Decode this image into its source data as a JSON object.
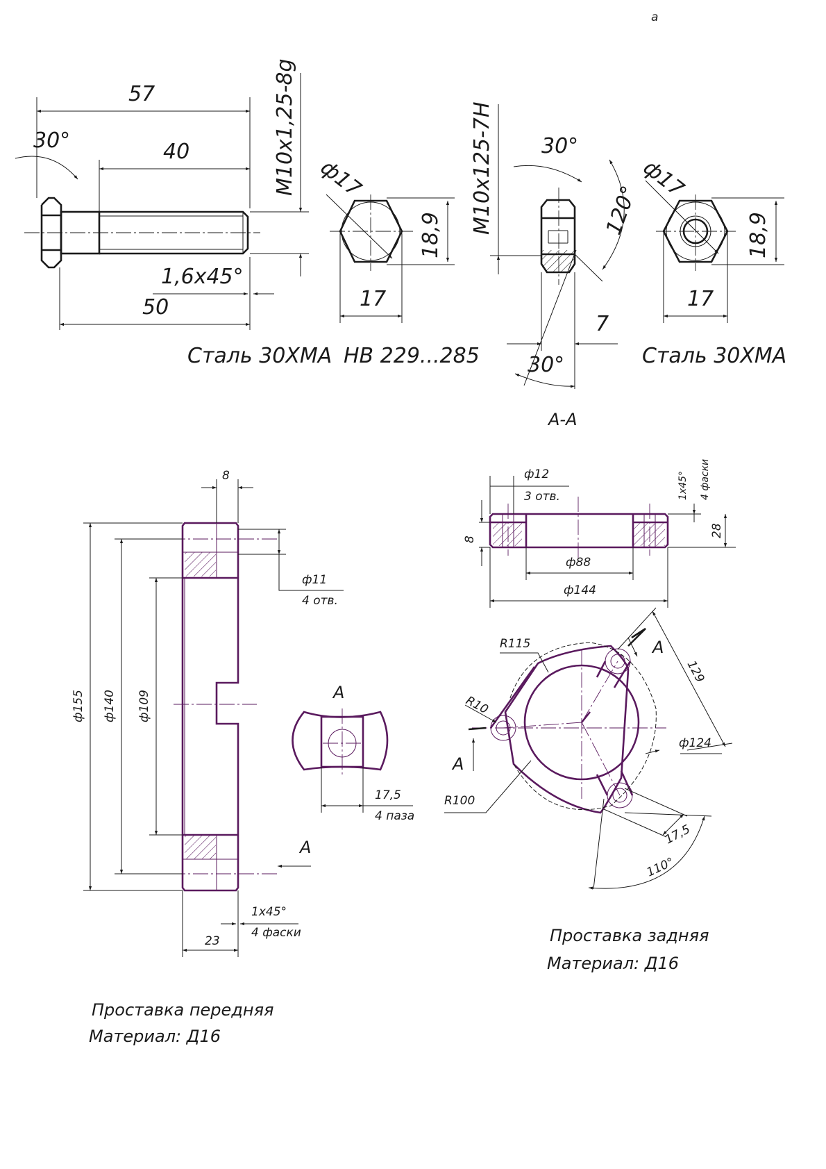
{
  "page": {
    "corner_mark": "а"
  },
  "bolt": {
    "dims": {
      "length": "57",
      "thread_length": "40",
      "angle": "30°",
      "thread": "M10x1,25-8g",
      "chamfer": "1,6x45°",
      "shank": "50",
      "across_corners": "ф17",
      "across_flats_v": "18,9",
      "across_flats_h": "17"
    },
    "material": "Сталь 30ХМА",
    "hardness": "НВ 229...285"
  },
  "nut": {
    "dims": {
      "thread": "M10x125-7H",
      "angle_top": "30°",
      "angle_side": "120°",
      "height": "7",
      "angle_bottom": "30°",
      "across_corners": "ф17",
      "across_flats_v": "18,9",
      "across_flats_h": "17"
    },
    "material": "Сталь 30ХМА"
  },
  "front_spacer": {
    "dims": {
      "top_w": "8",
      "hole": "ф11",
      "hole_count": "4 отв.",
      "d155": "ф155",
      "d140": "ф140",
      "d109": "ф109",
      "width": "23",
      "chamfer": "1x45°",
      "chamfer_count": "4 фаски",
      "view_label": "А"
    },
    "detail": {
      "label": "А",
      "size": "17,5",
      "count": "4 паза"
    },
    "title": "Проставка передняя",
    "material": "Материал: Д16"
  },
  "rear_spacer": {
    "section_label": "А-А",
    "section_dims": {
      "hole": "ф12",
      "hole_count": "3 отв.",
      "chamfer": "1x45°",
      "chamfer_count": "4 фаски",
      "left_h": "8",
      "height": "28",
      "inner": "ф88",
      "outer": "ф144"
    },
    "plan_dims": {
      "r115": "R115",
      "r10": "R10",
      "r100": "R100",
      "d124": "ф124",
      "size_129": "129",
      "size_17_5": "17,5",
      "angle": "110°",
      "cut_top": "А",
      "cut_left": "А"
    },
    "title": "Проставка задняя",
    "material": "Материал: Д16"
  }
}
